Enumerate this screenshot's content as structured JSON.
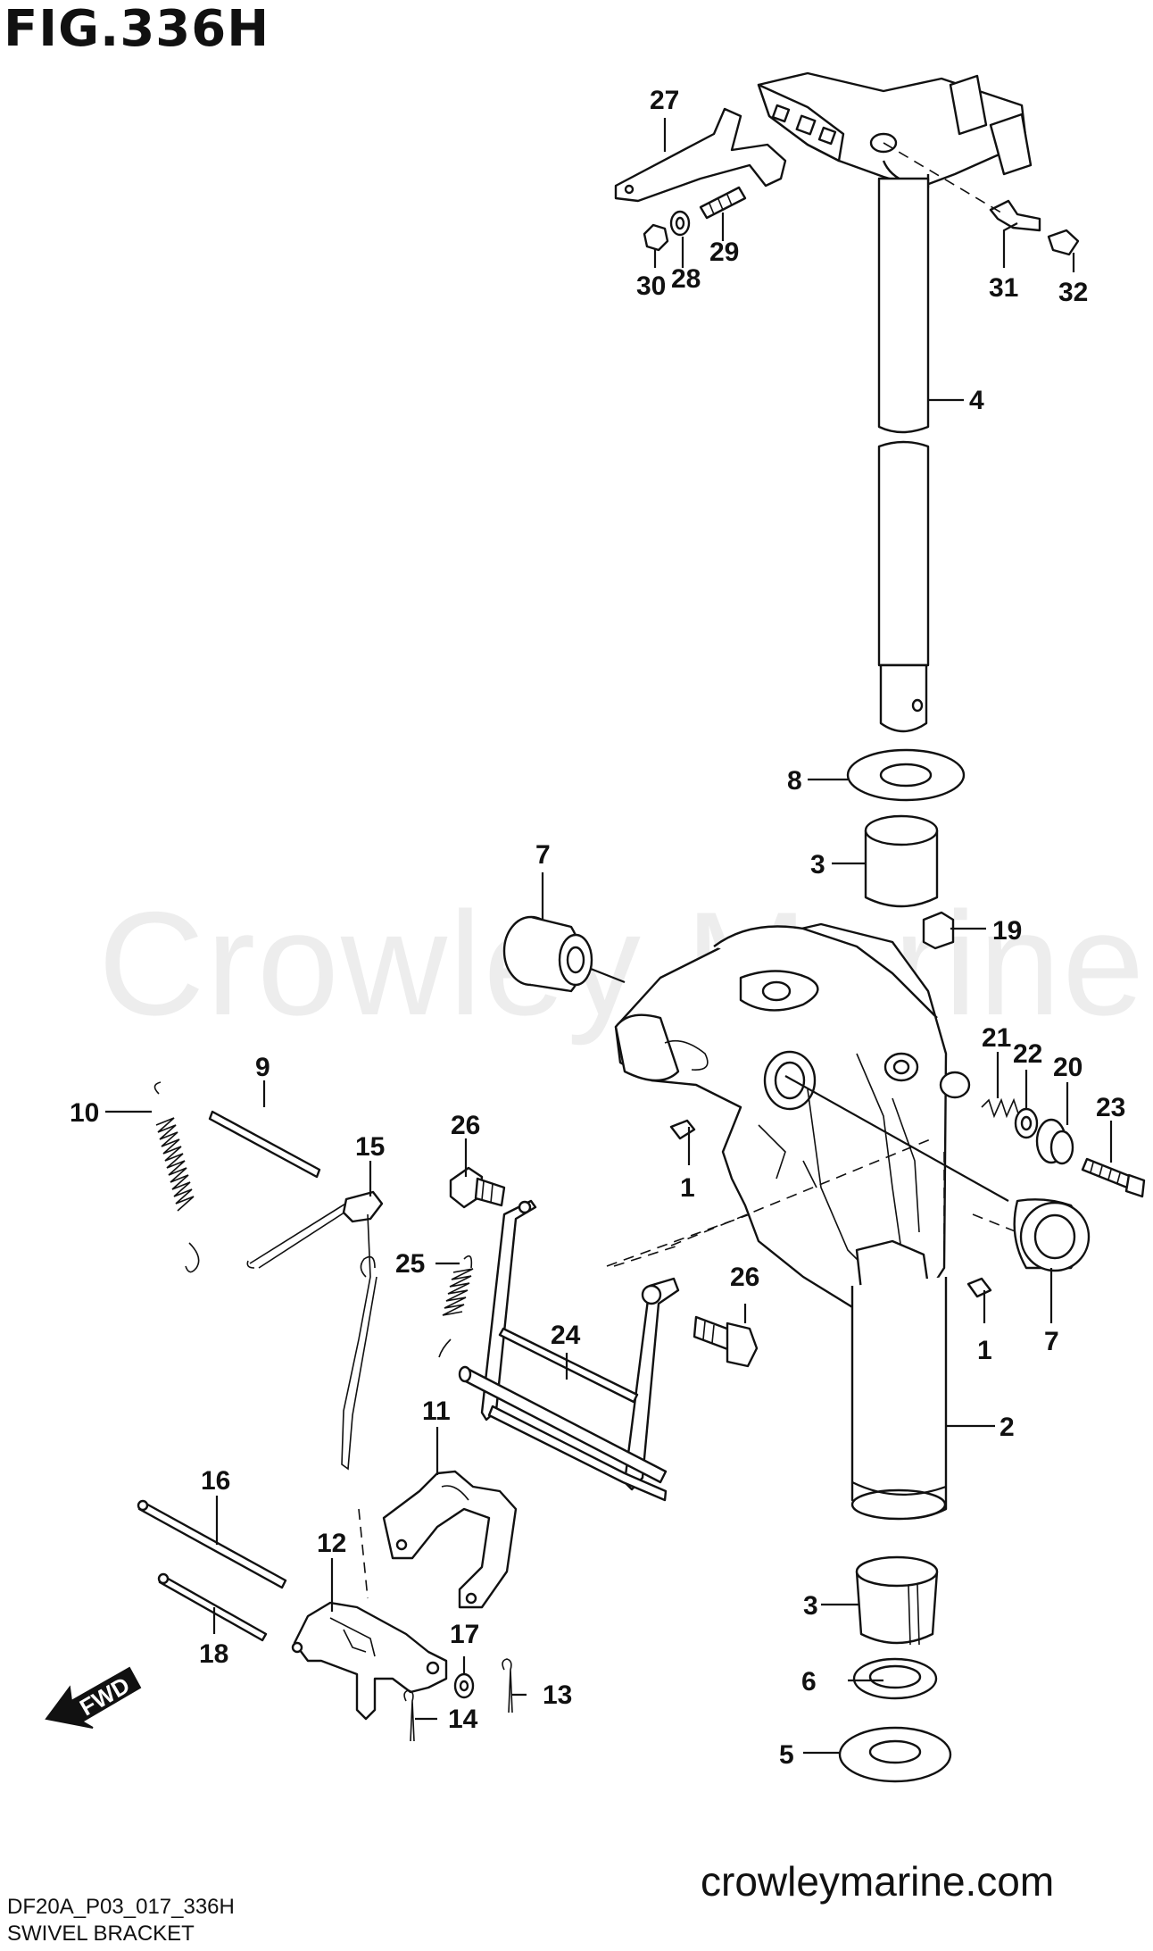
{
  "figure": {
    "title": "FIG.336H",
    "watermark": "Crowley Marine",
    "website": "crowleymarine.com",
    "drawing_code": "DF20A_P03_017_336H",
    "caption": "SWIVEL BRACKET",
    "fwd_arrow_label": "FWD"
  },
  "callouts": [
    {
      "key": "c27",
      "label": "27"
    },
    {
      "key": "c29",
      "label": "29"
    },
    {
      "key": "c30",
      "label": "30"
    },
    {
      "key": "c28",
      "label": "28"
    },
    {
      "key": "c31",
      "label": "31"
    },
    {
      "key": "c32",
      "label": "32"
    },
    {
      "key": "c4",
      "label": "4"
    },
    {
      "key": "c8",
      "label": "8"
    },
    {
      "key": "c3a",
      "label": "3"
    },
    {
      "key": "c7a",
      "label": "7"
    },
    {
      "key": "c19",
      "label": "19"
    },
    {
      "key": "c21",
      "label": "21"
    },
    {
      "key": "c22",
      "label": "22"
    },
    {
      "key": "c20",
      "label": "20"
    },
    {
      "key": "c23",
      "label": "23"
    },
    {
      "key": "c9",
      "label": "9"
    },
    {
      "key": "c10",
      "label": "10"
    },
    {
      "key": "c15",
      "label": "15"
    },
    {
      "key": "c26a",
      "label": "26"
    },
    {
      "key": "c1a",
      "label": "1"
    },
    {
      "key": "c25",
      "label": "25"
    },
    {
      "key": "c26b",
      "label": "26"
    },
    {
      "key": "c24",
      "label": "24"
    },
    {
      "key": "c1b",
      "label": "1"
    },
    {
      "key": "c7b",
      "label": "7"
    },
    {
      "key": "c11",
      "label": "11"
    },
    {
      "key": "c2",
      "label": "2"
    },
    {
      "key": "c16",
      "label": "16"
    },
    {
      "key": "c12",
      "label": "12"
    },
    {
      "key": "c3b",
      "label": "3"
    },
    {
      "key": "c18",
      "label": "18"
    },
    {
      "key": "c17",
      "label": "17"
    },
    {
      "key": "c6",
      "label": "6"
    },
    {
      "key": "c13",
      "label": "13"
    },
    {
      "key": "c14",
      "label": "14"
    },
    {
      "key": "c5",
      "label": "5"
    }
  ]
}
